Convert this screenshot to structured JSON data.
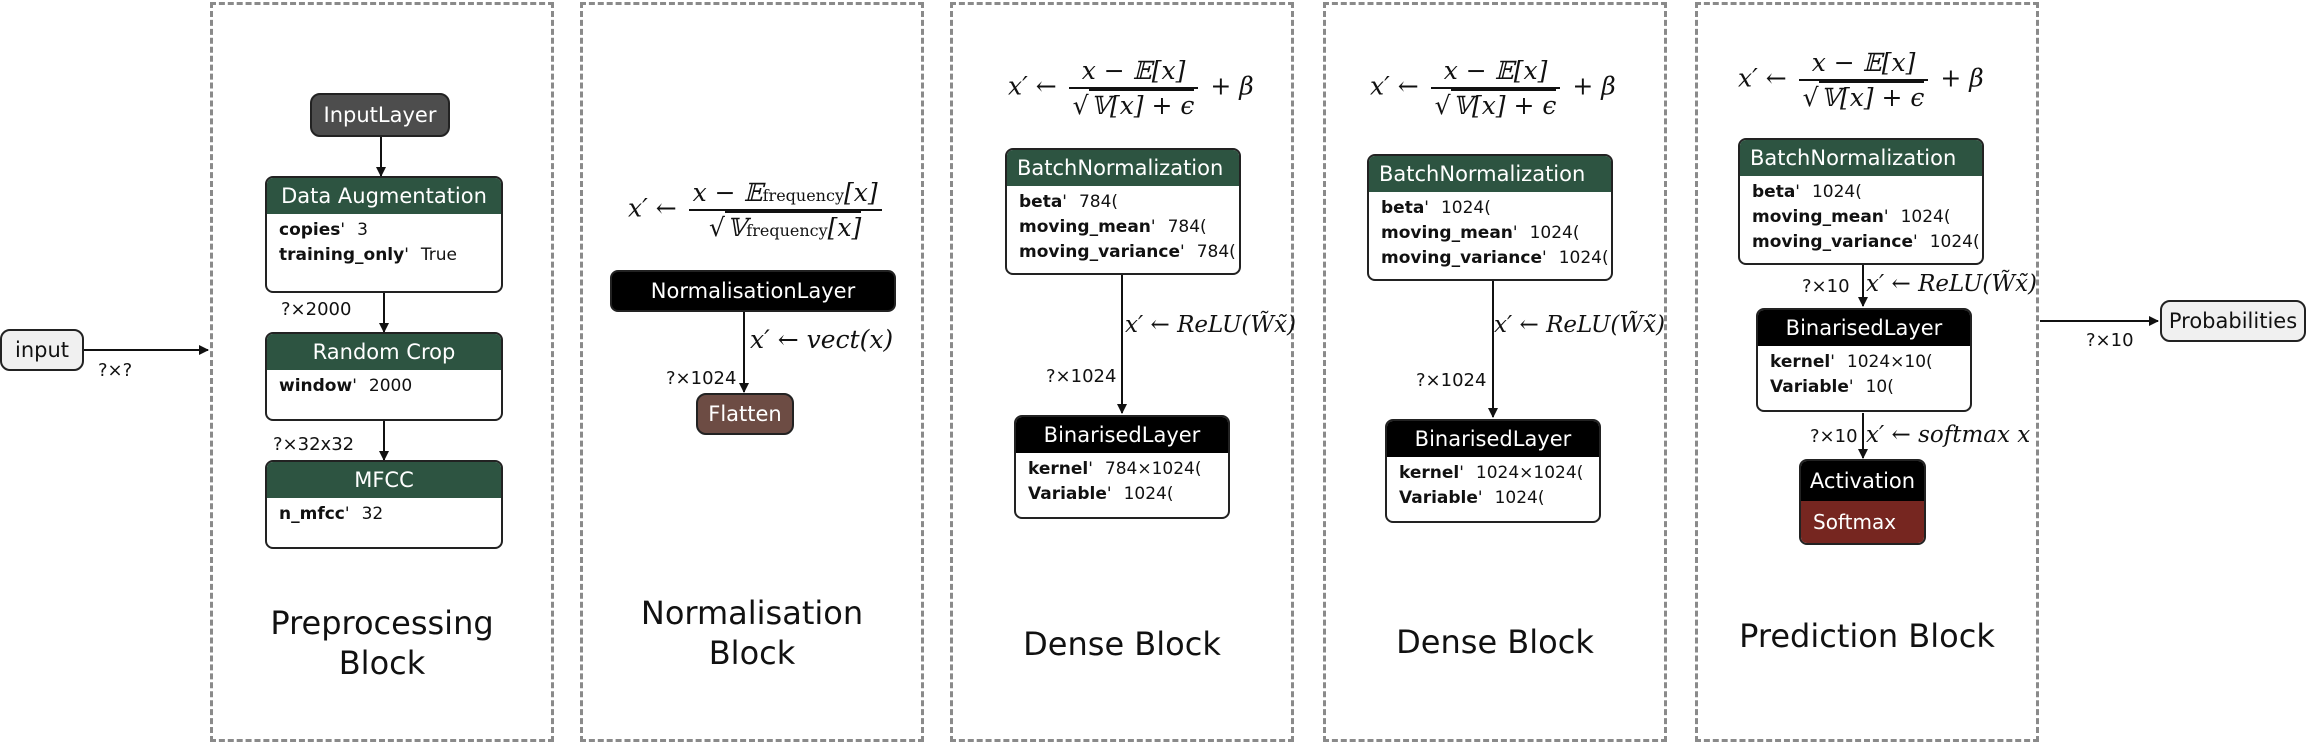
{
  "colors": {
    "header_green": "#2d5441",
    "header_black": "#000000",
    "input_gray": "#4d4d4d",
    "flatten_brown": "#6d4c44",
    "softmax_red": "#762620",
    "pill_fill": "#f0f0f0",
    "border_dashed": "#8a8a8a"
  },
  "io": {
    "input_label": "input",
    "input_shape": "?×?",
    "output_label": "Probabilities",
    "output_shape": "?×10"
  },
  "preprocessing": {
    "title_line1": "Preprocessing",
    "title_line2": "Block",
    "input_layer": "InputLayer",
    "data_aug": {
      "title": "Data Augmentation",
      "params": [
        {
          "name": "copies",
          "value": "3"
        },
        {
          "name": "training_only",
          "value": "True"
        }
      ]
    },
    "shape_after_aug": "?×2000",
    "random_crop": {
      "title": "Random Crop",
      "params": [
        {
          "name": "window",
          "value": "2000"
        }
      ]
    },
    "shape_after_crop": "?×32x32",
    "mfcc": {
      "title": "MFCC",
      "params": [
        {
          "name": "n_mfcc",
          "value": "32"
        }
      ]
    }
  },
  "normalisation": {
    "title_line1": "Normalisation",
    "title_line2": "Block",
    "formula": {
      "lhs": "x′ ←",
      "num": "x − 𝔼",
      "num_sub": "frequency",
      "num_tail": "[x]",
      "den": "𝕍",
      "den_sub": "frequency",
      "den_tail": "[x]"
    },
    "layer": "NormalisationLayer",
    "edge_formula": "x′ ← vect(x)",
    "shape": "?×1024",
    "flatten": "Flatten"
  },
  "dense1": {
    "title": "Dense Block",
    "formula": {
      "lhs": "x′ ←",
      "num": "x − 𝔼[x]",
      "den": "𝕍[x] + ϵ",
      "tail": "+ β"
    },
    "bn": {
      "title": "BatchNormalization",
      "params": [
        {
          "name": "beta",
          "value": "784("
        },
        {
          "name": "moving_mean",
          "value": "784("
        },
        {
          "name": "moving_variance",
          "value": "784("
        }
      ]
    },
    "edge_formula": "x′ ← ReLU(W̃x̃)",
    "shape": "?×1024",
    "bin": {
      "title": "BinarisedLayer",
      "params": [
        {
          "name": "kernel",
          "value": "784×1024("
        },
        {
          "name": "Variable",
          "value": "1024("
        }
      ]
    }
  },
  "dense2": {
    "title": "Dense Block",
    "formula": {
      "lhs": "x′ ←",
      "num": "x − 𝔼[x]",
      "den": "𝕍[x] + ϵ",
      "tail": "+ β"
    },
    "bn": {
      "title": "BatchNormalization",
      "params": [
        {
          "name": "beta",
          "value": "1024("
        },
        {
          "name": "moving_mean",
          "value": "1024("
        },
        {
          "name": "moving_variance",
          "value": "1024("
        }
      ]
    },
    "edge_formula": "x′ ← ReLU(W̃x̃)",
    "shape": "?×1024",
    "bin": {
      "title": "BinarisedLayer",
      "params": [
        {
          "name": "kernel",
          "value": "1024×1024("
        },
        {
          "name": "Variable",
          "value": "1024("
        }
      ]
    }
  },
  "prediction": {
    "title": "Prediction Block",
    "formula": {
      "lhs": "x′ ←",
      "num": "x − 𝔼[x]",
      "den": "𝕍[x] + ϵ",
      "tail": "+ β"
    },
    "bn": {
      "title": "BatchNormalization",
      "params": [
        {
          "name": "beta",
          "value": "1024("
        },
        {
          "name": "moving_mean",
          "value": "1024("
        },
        {
          "name": "moving_variance",
          "value": "1024("
        }
      ]
    },
    "shape1": "?×10",
    "edge_formula1": "x′ ← ReLU(W̃x̃)",
    "bin": {
      "title": "BinarisedLayer",
      "params": [
        {
          "name": "kernel",
          "value": "1024×10("
        },
        {
          "name": "Variable",
          "value": "10("
        }
      ]
    },
    "shape2": "?×10",
    "edge_formula2": "x′ ← softmax x",
    "activation": {
      "title": "Activation",
      "sub": "Softmax"
    }
  }
}
